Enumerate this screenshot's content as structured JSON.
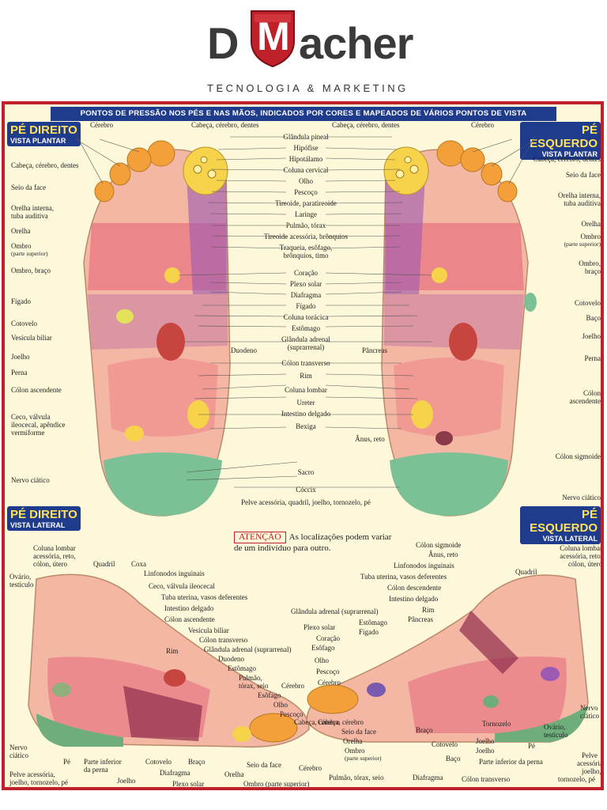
{
  "logo": {
    "d": "D",
    "m": "M",
    "acher": "acher",
    "subtitle": "TECNOLOGIA & MARKETING"
  },
  "banner": "PONTOS DE PRESSÃO NOS PÉS E NAS MÃOS, INDICADOS POR CORES E MAPEADOS DE VÁRIOS PONTOS DE VISTA",
  "tags": {
    "tl": {
      "title": "PÉ DIREITO",
      "sub": "VISTA PLANTAR"
    },
    "tr": {
      "title": "PÉ ESQUERDO",
      "sub": "VISTA PLANTAR"
    },
    "bl": {
      "title": "PÉ DIREITO",
      "sub": "VISTA LATERAL"
    },
    "br": {
      "title": "PÉ ESQUERDO",
      "sub": "VISTA LATERAL"
    }
  },
  "attention": {
    "word": "ATENÇÃO",
    "text": "As localizações podem variar de um indivíduo para outro."
  },
  "center_labels": [
    "Glândula pineal",
    "Hipófise",
    "Hipotálamo",
    "Coluna cervical",
    "Olho",
    "Pescoço",
    "Tireoide, paratireoide",
    "Laringe",
    "Pulmão, tórax",
    "Tireoide acessória, brônquios",
    "Traqueia, esôfago,",
    "brônquios, timo",
    "Coração",
    "Plexo solar",
    "Diafragma",
    "Fígado",
    "Coluna torácica",
    "Estômago",
    "Glândula adrenal",
    "(suprarrenal)",
    "Cólon transverso",
    "Rim",
    "Coluna lombar",
    "Ureter",
    "Intestino delgado",
    "Bexiga",
    "Ânus, reto",
    "Sacro",
    "Cóccix",
    "Pelve acessória, quadril, joelho, tornozelo, pé"
  ],
  "top_labels": {
    "cerebro_l": "Cérebro",
    "cabeca_l": "Cabeça, cérebro, dentes",
    "cabeca_r": "Cabeça, cérebro, dentes",
    "cerebro_r": "Cérebro",
    "duodeno": "Duodeno",
    "pancreas": "Pâncreas"
  },
  "left_labels": [
    "Cabeça, cérebro, dentes",
    "Seio da face",
    "Orelha interna,",
    "tuba auditiva",
    "Orelha",
    "Ombro",
    "(parte superior)",
    "Ombro, braço",
    "Fígado",
    "Cotovelo",
    "Vesícula biliar",
    "Joelho",
    "Perna",
    "Cólon ascendente",
    "Ceco, válvula",
    "ileocecal, apêndice",
    "vermiforme",
    "Nervo ciático"
  ],
  "right_labels": [
    "Cabeça, cérebro, dentes",
    "Seio da face",
    "Orelha interna,",
    "tuba auditiva",
    "Orelha",
    "Ombro",
    "(parte superior)",
    "Ombro,",
    "braço",
    "Cotovelo",
    "Baço",
    "Joelho",
    "Perna",
    "Cólon",
    "ascendente",
    "Cólon sigmoide",
    "Nervo ciático"
  ],
  "lateral_left": [
    "Coluna lombar",
    "acessória, reto,",
    "cólon, útero",
    "Ovário,",
    "testículo",
    "Quadril",
    "Coxa",
    "Linfonodos inguinais",
    "Ceco, válvula ileocecal",
    "Tuba uterina, vasos deferentes",
    "Intestino delgado",
    "Cólon ascendente",
    "Vesícula biliar",
    "Cólon transverso",
    "Glândula adrenal (suprarrenal)",
    "Duodeno",
    "Estômago",
    "Pulmão,",
    "tórax, seio",
    "Esôfago",
    "Olho",
    "Pescoço",
    "Rim",
    "Cérebro",
    "Cabeça, cérebro",
    "Seio da face",
    "Nervo",
    "ciático",
    "Pé",
    "Parte inferior",
    "da perna",
    "Cotovelo",
    "Diafragma",
    "Braço",
    "Orelha",
    "Plexo solar",
    "Ombro (parte superior)",
    "Pelve acessória,",
    "joelho, tornozelo, pé",
    "Joelho",
    "Cérebro"
  ],
  "lateral_right": [
    "Cólon sigmoide",
    "Ânus, reto",
    "Linfonodos inguinais",
    "Tuba uterina, vasos deferentes",
    "Cólon descendente",
    "Intestino delgado",
    "Rim",
    "Pâncreas",
    "Glândula adrenal (suprarrenal)",
    "Estômago",
    "Plexo solar",
    "Fígado",
    "Coração",
    "Esôfago",
    "Olho",
    "Pescoço",
    "Cérebro",
    "Coluna lombar",
    "acessória, reto,",
    "cólon, útero",
    "Quadril",
    "Nervo",
    "ciático",
    "Ovário,",
    "testículo",
    "Pé",
    "Tornozelo",
    "Joelho",
    "Parte inferior da perna",
    "Pelve",
    "acessória,",
    "joelho,",
    "tornozelo, pé",
    "Cabeça, cérebro",
    "Seio da face",
    "Orelha",
    "Ombro",
    "(parte superior)",
    "Braço",
    "Cotovelo",
    "Baço",
    "Diafragma",
    "Cólon transverso",
    "Pulmão, tórax, seio",
    "Joelho"
  ],
  "colors": {
    "brand_red": "#c0202a",
    "banner_blue": "#1f3b8c",
    "tag_yellow": "#ffe15a",
    "paper": "#fdf8d9"
  }
}
